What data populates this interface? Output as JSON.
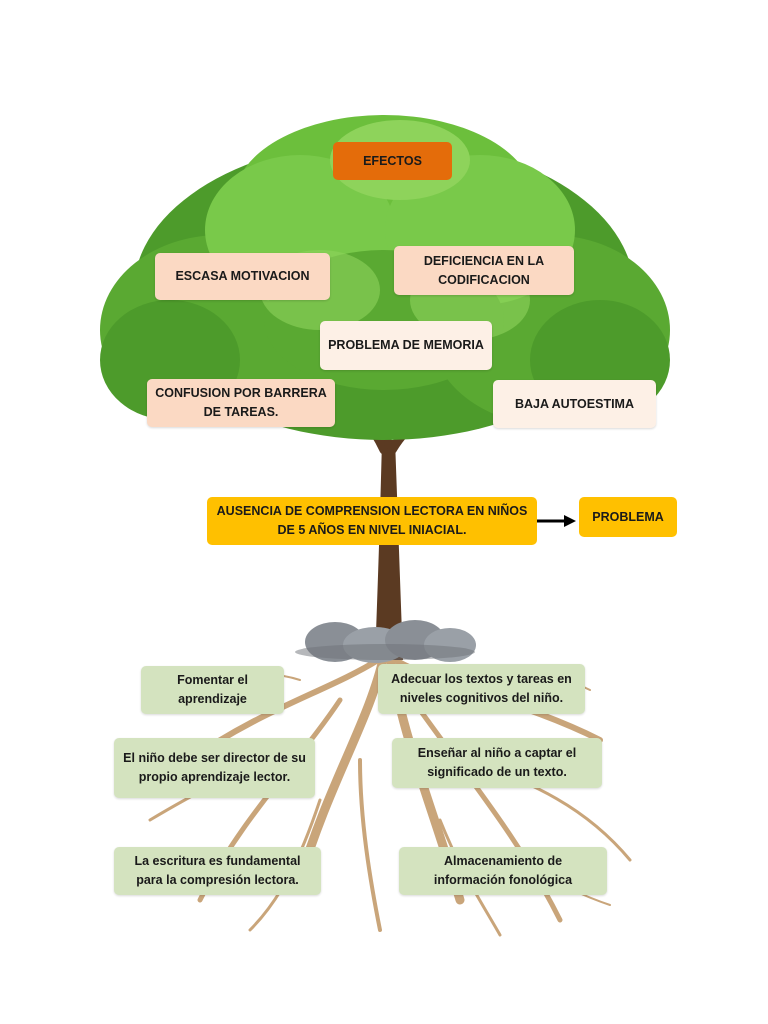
{
  "colors": {
    "effect_box": "#fbd9c3",
    "effect_box_light": "#fdf0e6",
    "header_box": "#e46c0a",
    "problem_box": "#ffc000",
    "cause_box": "#d4e3bf",
    "foliage": "#4d9b2b",
    "trunk": "#5b3a22",
    "roots": "#c9a57a"
  },
  "header": {
    "label": "EFECTOS"
  },
  "effects": [
    {
      "label": "ESCASA MOTIVACION"
    },
    {
      "label": "DEFICIENCIA EN LA CODIFICACION"
    },
    {
      "label": "PROBLEMA DE MEMORIA"
    },
    {
      "label": "CONFUSION POR BARRERA DE TAREAS."
    },
    {
      "label": "BAJA AUTOESTIMA"
    }
  ],
  "problem": {
    "statement": "AUSENCIA DE COMPRENSION LECTORA EN NIÑOS DE 5 AÑOS EN NIVEL INIACIAL.",
    "tag": "PROBLEMA"
  },
  "causes": [
    {
      "label": "Fomentar el aprendizaje"
    },
    {
      "label": "Adecuar los textos y tareas en niveles cognitivos del niño."
    },
    {
      "label": "El niño debe ser director de su propio aprendizaje lector."
    },
    {
      "label": "Enseñar al niño a captar el significado de un texto."
    },
    {
      "label": "La escritura es fundamental para la compresión lectora."
    },
    {
      "label": "Almacenamiento de información fonológica"
    }
  ]
}
